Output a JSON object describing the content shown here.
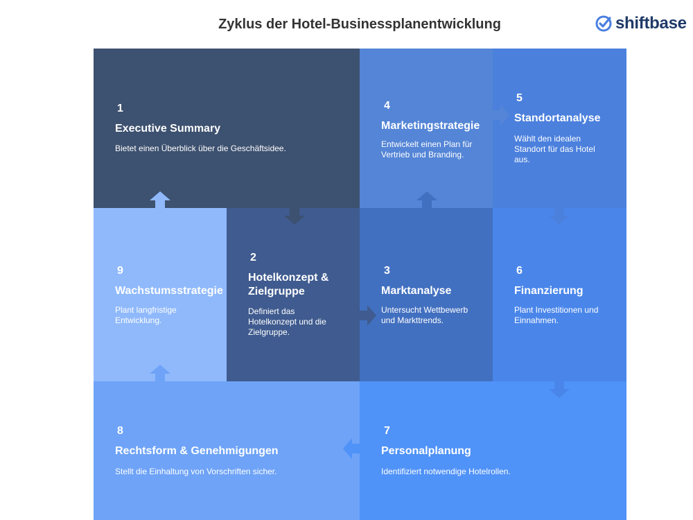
{
  "title": "Zyklus der Hotel-Businessplanentwicklung",
  "logo": {
    "text": "shiftbase",
    "icon": "check-circle-icon",
    "color": "#4a7fe0"
  },
  "steps": [
    {
      "number": "1",
      "heading": "Executive Summary",
      "description": "Bietet einen Überblick über die Geschäftsidee.",
      "color": "#3d5170"
    },
    {
      "number": "2",
      "heading": "Hotelkonzept & Zielgruppe",
      "description": "Definiert das Hotelkonzept und die Zielgruppe.",
      "color": "#3f5b8f"
    },
    {
      "number": "3",
      "heading": "Marktanalyse",
      "description": "Untersucht Wettbewerb und Markttrends.",
      "color": "#4270c0"
    },
    {
      "number": "4",
      "heading": "Marketingstrategie",
      "description": "Entwickelt einen Plan für Vertrieb und Branding.",
      "color": "#5485d6"
    },
    {
      "number": "5",
      "heading": "Standortanalyse",
      "description": "Wählt den idealen Standort für das Hotel aus.",
      "color": "#4b80dd"
    },
    {
      "number": "6",
      "heading": "Finanzierung",
      "description": "Plant Investitionen und Einnahmen.",
      "color": "#4a86ea"
    },
    {
      "number": "7",
      "heading": "Personalplanung",
      "description": "Identifiziert notwendige Hotelrollen.",
      "color": "#4f92f8"
    },
    {
      "number": "8",
      "heading": "Rechtsform & Genehmigungen",
      "description": "Stellt die Einhaltung von Vorschriften sicher.",
      "color": "#6ea3f7"
    },
    {
      "number": "9",
      "heading": "Wachstumsstrategie",
      "description": "Plant langfristige Entwicklung.",
      "color": "#8fb9fb"
    }
  ]
}
